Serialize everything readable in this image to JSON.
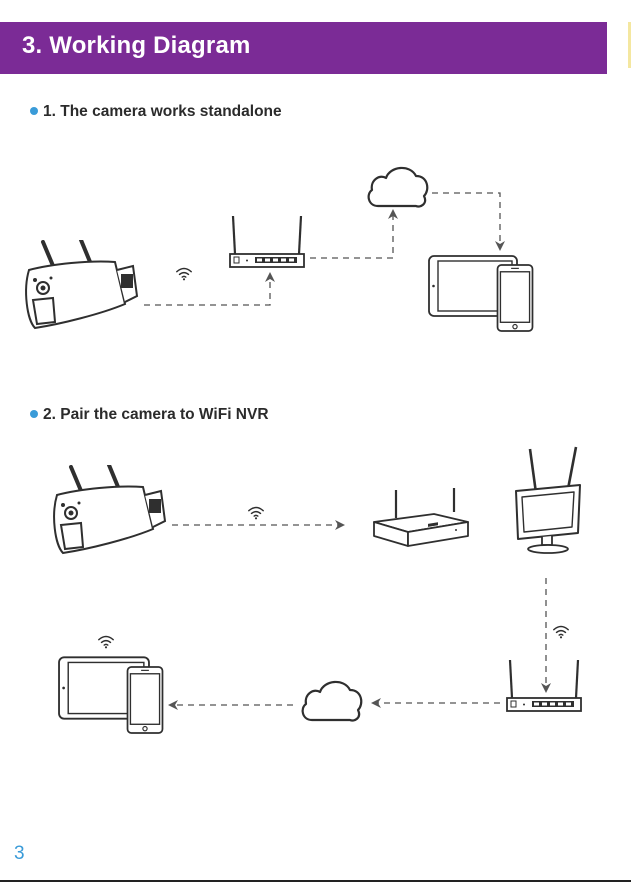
{
  "banner": {
    "title": "3. Working Diagram",
    "background": "#7b2b96"
  },
  "sections": [
    {
      "heading": "1. The camera works standalone"
    },
    {
      "heading": "2. Pair the camera to WiFi NVR"
    }
  ],
  "colors": {
    "accent": "#3a9bd8",
    "line": "#555555",
    "device": "#2f2f2f"
  },
  "icons": [
    "camera-icon",
    "wifi-icon",
    "router-icon",
    "cloud-icon",
    "tablet-icon",
    "phone-icon",
    "nvr-icon",
    "monitor-icon"
  ],
  "page_number": "3"
}
